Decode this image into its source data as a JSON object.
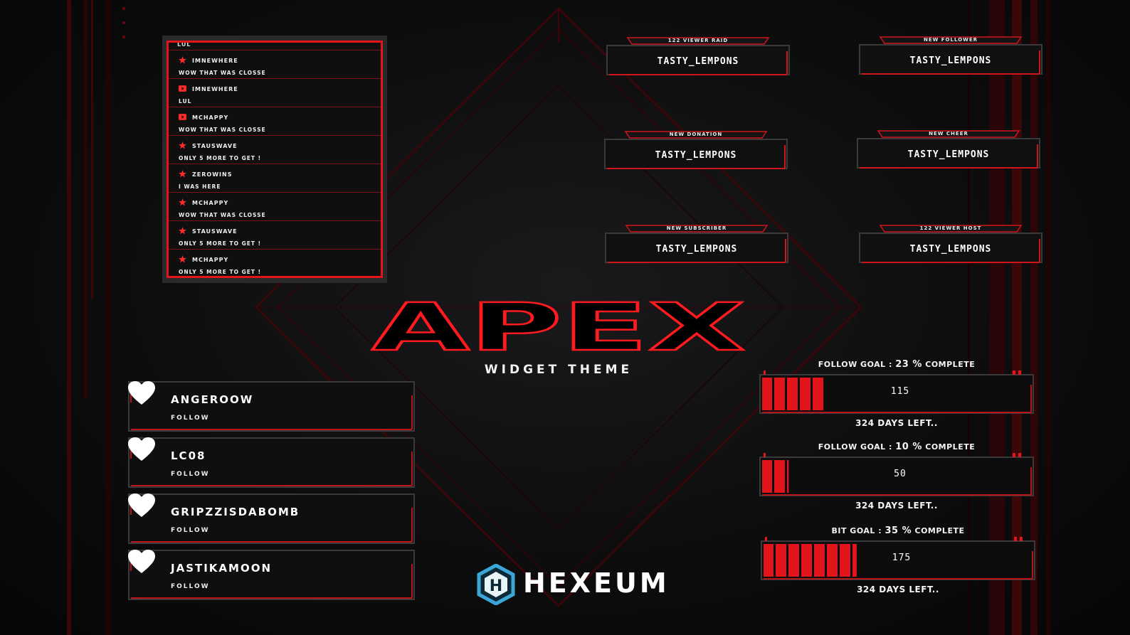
{
  "chat": {
    "top_text": "LUL",
    "messages": [
      {
        "user": "IMNEWHERE",
        "text": "WOW THAT WAS CLOSSE",
        "badge": "star-icon"
      },
      {
        "user": "IMNEWHERE",
        "text": "LUL",
        "badge": "video-icon"
      },
      {
        "user": "MCHAPPY",
        "text": "WOW THAT WAS CLOSSE",
        "badge": "video-icon"
      },
      {
        "user": "STAUSWAVE",
        "text": "ONLY 5 MORE TO GET !",
        "badge": "star-icon"
      },
      {
        "user": "ZEROWINS",
        "text": "I WAS HERE",
        "badge": "star-icon"
      },
      {
        "user": "MCHAPPY",
        "text": "WOW THAT WAS CLOSSE",
        "badge": "star-icon"
      },
      {
        "user": "STAUSWAVE",
        "text": "ONLY 5 MORE TO GET !",
        "badge": "star-icon"
      },
      {
        "user": "MCHAPPY",
        "text": "ONLY 5 MORE TO GET !",
        "badge": "star-icon"
      }
    ]
  },
  "alerts": [
    {
      "label": "122 VIEWER RAID",
      "name": "TASTY_LEMPONS"
    },
    {
      "label": "NEW FOLLOWER",
      "name": "TASTY_LEMPONS"
    },
    {
      "label": "NEW DONATION",
      "name": "TASTY_LEMPONS"
    },
    {
      "label": "NEW CHEER",
      "name": "TASTY_LEMPONS"
    },
    {
      "label": "NEW SUBSCRIBER",
      "name": "TASTY_LEMPONS"
    },
    {
      "label": "122 VIEWER HOST",
      "name": "TASTY_LEMPONS"
    }
  ],
  "title": {
    "main": "APEX",
    "subtitle": "WIDGET THEME"
  },
  "followers": [
    {
      "name": "ANGEROOW",
      "action": "FOLLOW",
      "icon": "heart-icon"
    },
    {
      "name": "LC08",
      "action": "FOLLOW",
      "icon": "heart-icon"
    },
    {
      "name": "GRIPZZISDABOMB",
      "action": "FOLLOW",
      "icon": "heart-icon"
    },
    {
      "name": "JASTIKAMOON",
      "action": "FOLLOW",
      "icon": "heart-icon"
    }
  ],
  "goals": [
    {
      "label_prefix": "FOLLOW GOAL :",
      "percent": "23 %",
      "label_suffix": "COMPLETE",
      "value": "115",
      "days_left": "324 DAYS LEFT..",
      "fill_fraction": 0.23
    },
    {
      "label_prefix": "FOLLOW GOAL :",
      "percent": "10 %",
      "label_suffix": "COMPLETE",
      "value": "50",
      "days_left": "324 DAYS LEFT..",
      "fill_fraction": 0.1
    },
    {
      "label_prefix": "BIT GOAL :",
      "percent": "35 %",
      "label_suffix": "COMPLETE",
      "value": "175",
      "days_left": "324 DAYS LEFT..",
      "fill_fraction": 0.35
    }
  ],
  "brand": {
    "name": "HEXEUM",
    "logo_letter": "H"
  },
  "colors": {
    "accent": "#e3151b",
    "dark_red": "#7a1013",
    "panel": "#0f0f10",
    "brand_blue": "#3aa7d6"
  }
}
